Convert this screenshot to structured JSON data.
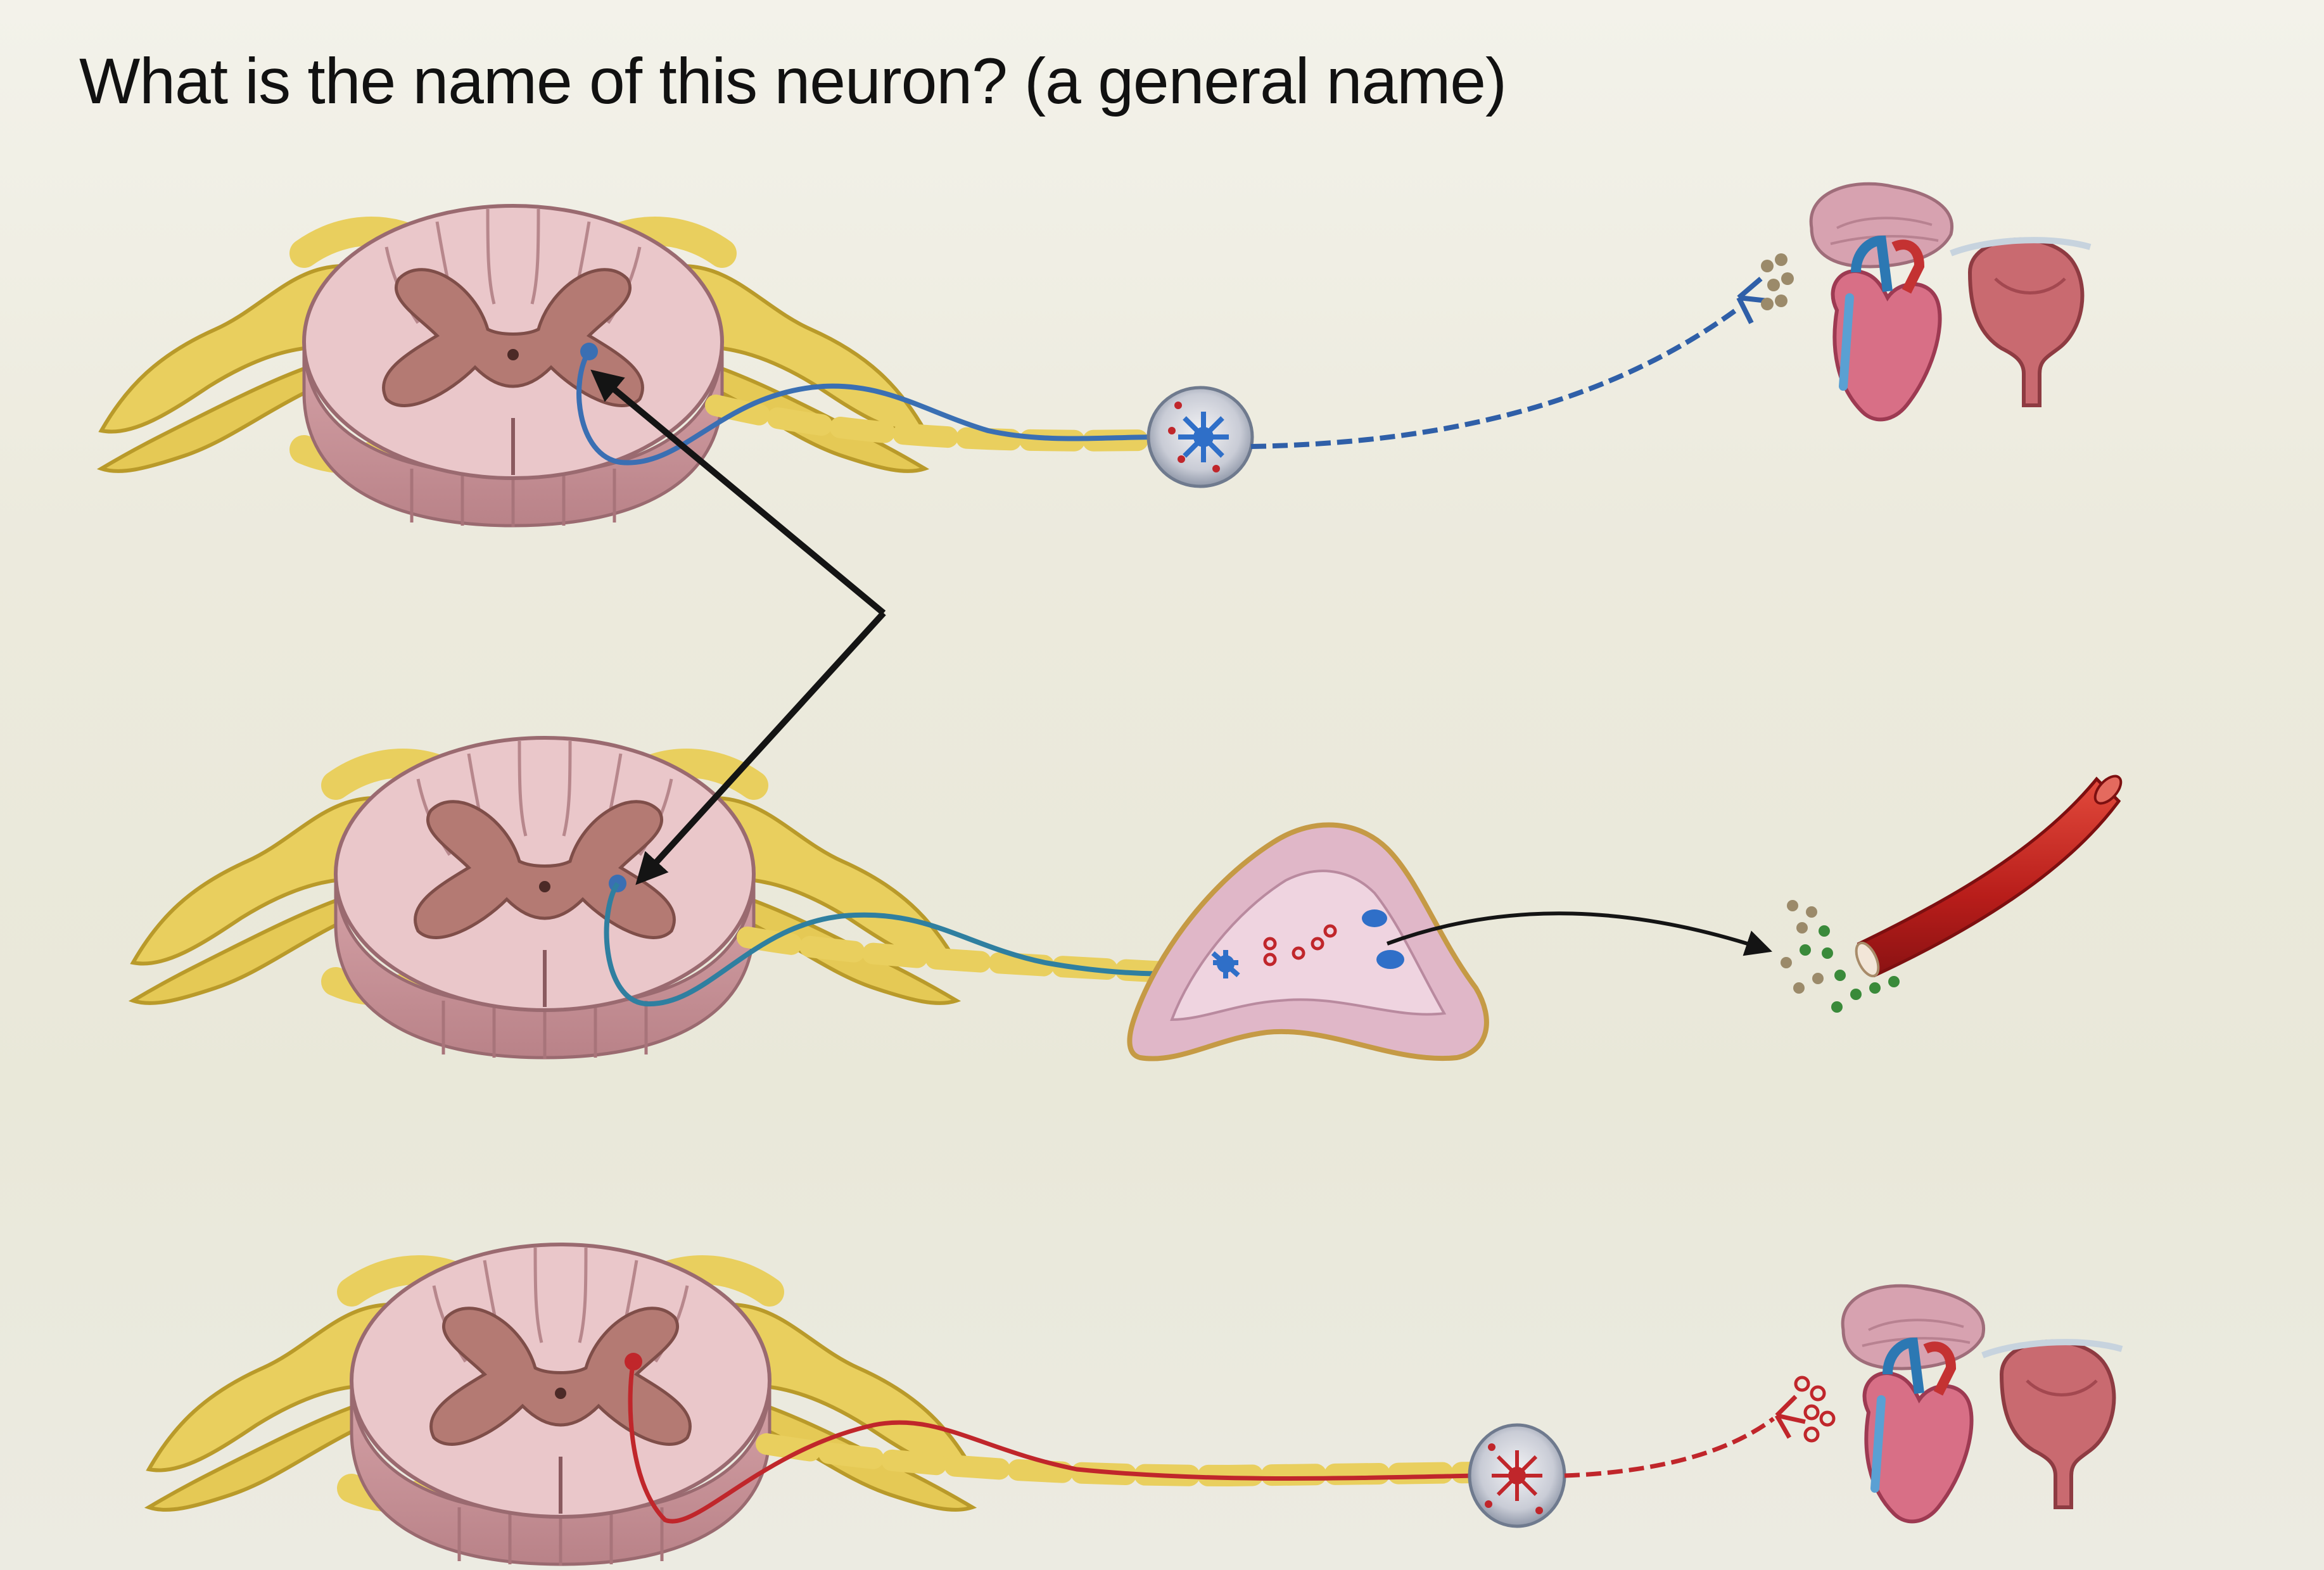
{
  "question": {
    "text": "What is the name of this neuron? (a general name)"
  },
  "colors": {
    "background": "#ecebe2",
    "nerve_yellow": "#e9cf5e",
    "white_matter": "#e9c4c7",
    "gray_matter": "#b47a73",
    "neuron_blue": "#3a6fb3",
    "neuron_red": "#c0262b",
    "arrow": "#141414",
    "adrenal_pink": "#dba8bd",
    "blood_vessel": "#c7231f"
  },
  "icons": {
    "spinal_cord": "spinal-cord-cross-section",
    "ganglion": "ganglion-icon",
    "adrenal_medulla": "adrenal-medulla-icon",
    "organs": "visceral-organs-icon",
    "blood_vessel": "blood-vessel-icon"
  },
  "rows": [
    {
      "id": "sympathetic",
      "neuron_color": "neuron_blue",
      "target": "visceral organs"
    },
    {
      "id": "adrenal",
      "neuron_color": "neuron_blue",
      "target": "blood vessel"
    },
    {
      "id": "parasympathetic",
      "neuron_color": "neuron_red",
      "target": "visceral organs"
    }
  ]
}
